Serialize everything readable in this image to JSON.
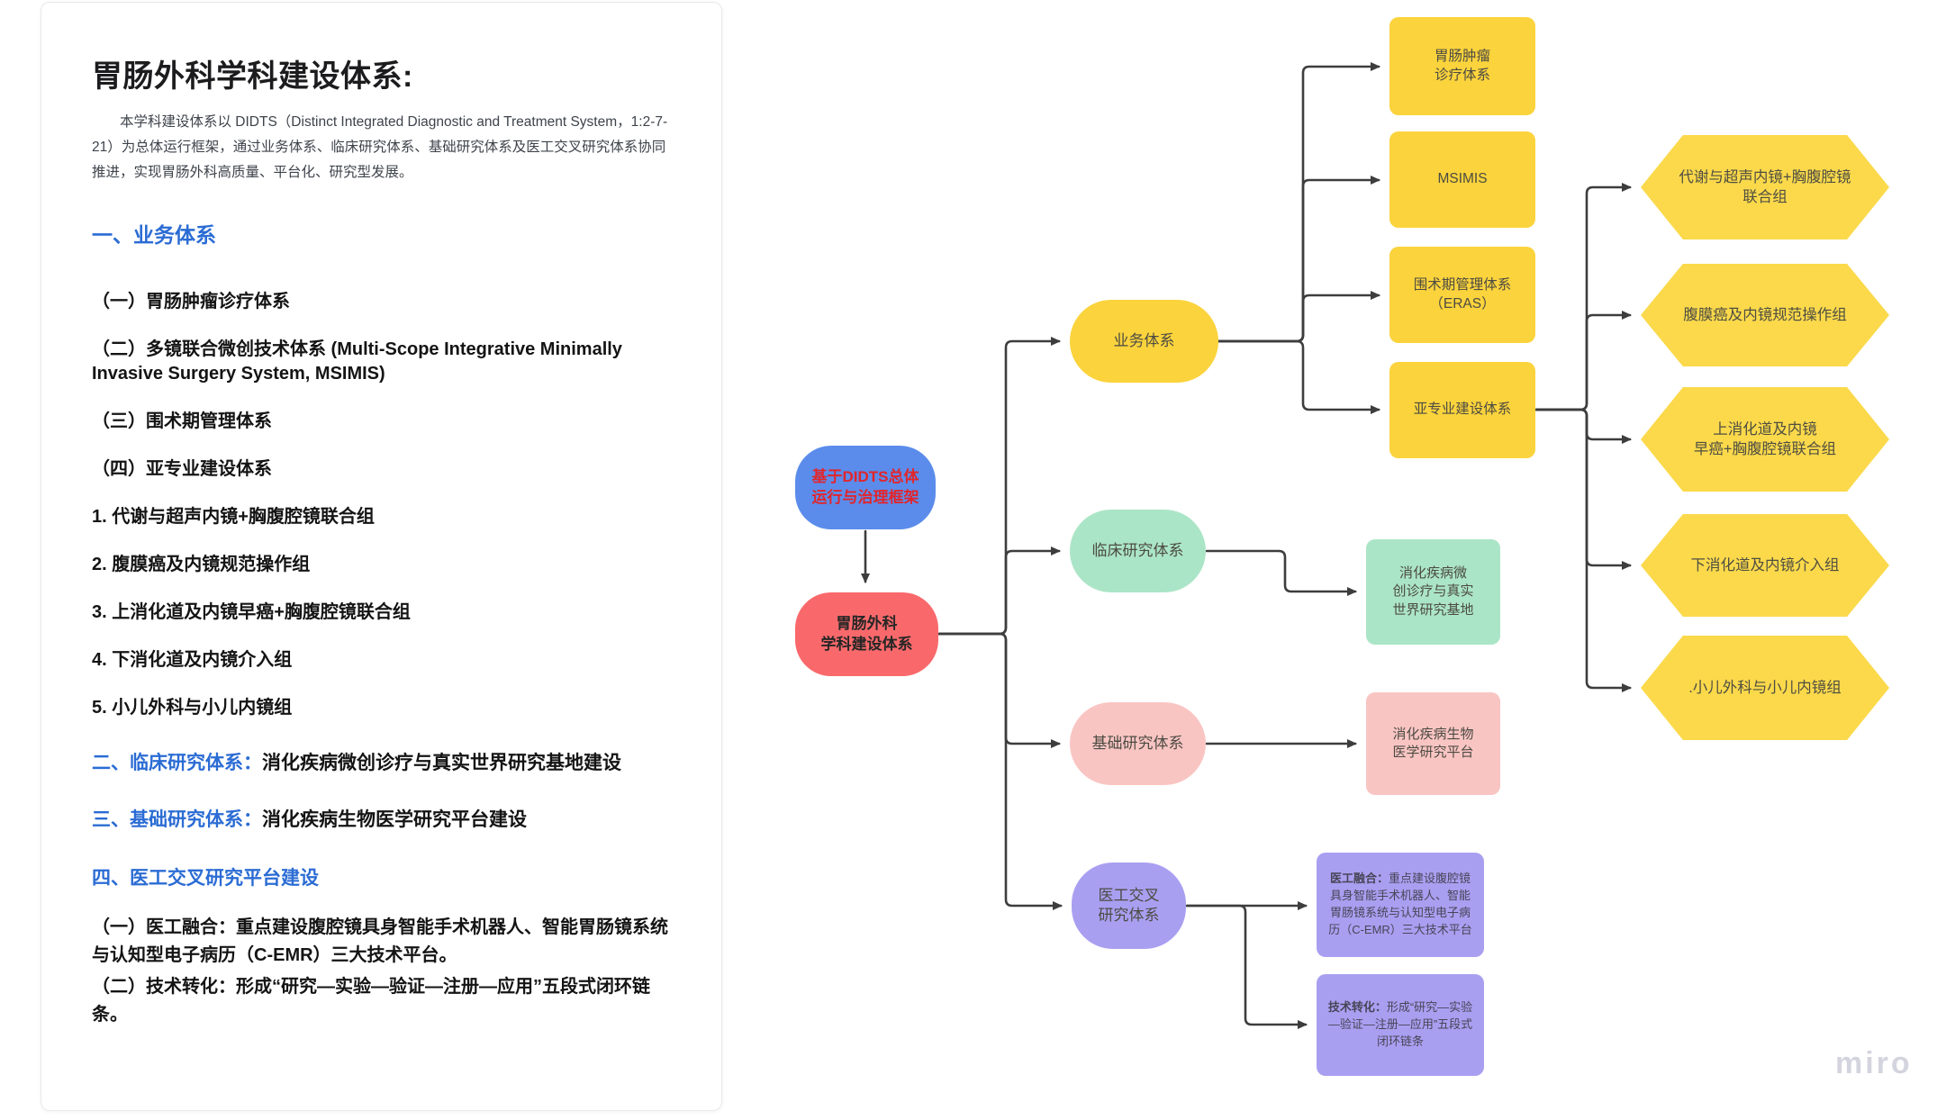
{
  "document": {
    "title": "胃肠外科学科建设体系:",
    "intro": "本学科建设体系以 DIDTS（Distinct Integrated Diagnostic and Treatment System，1:2-7-21）为总体运行框架，通过业务体系、临床研究体系、基础研究体系及医工交叉研究体系协同推进，实现胃肠外科高质量、平台化、研究型发展。",
    "h1": "一、业务体系",
    "items": [
      "（一）胃肠肿瘤诊疗体系",
      "（二）多镜联合微创技术体系 (Multi-Scope Integrative Minimally Invasive Surgery System, MSIMIS)",
      "（三）围术期管理体系",
      "（四）亚专业建设体系",
      "1. 代谢与超声内镜+胸腹腔镜联合组",
      "2. 腹膜癌及内镜规范操作组",
      "3. 上消化道及内镜早癌+胸腹腔镜联合组",
      "4. 下消化道及内镜介入组",
      "5. 小儿外科与小儿内镜组"
    ],
    "h2_lead": "二、临床研究体系：",
    "h2_rest": "消化疾病微创诊疗与真实世界研究基地建设",
    "h3_lead": "三、基础研究体系：",
    "h3_rest": "消化疾病生物医学研究平台建设",
    "h4": "四、医工交叉研究平台建设",
    "p4a": "（一）医工融合：重点建设腹腔镜具身智能手术机器人、智能胃肠镜系统与认知型电子病历（C-EMR）三大技术平台。",
    "p4b": "（二）技术转化：形成“研究—实验—验证—注册—应用”五段式闭环链条。"
  },
  "diagram": {
    "colors": {
      "edge": "#3d3d3d",
      "yellow": "#fbd33c",
      "hex_yellow": "#fbd94b",
      "green": "#abe5c7",
      "pink": "#f9c5c3",
      "purple": "#a99ff1",
      "blue": "#5b8ceb",
      "red": "#f9696b",
      "blue_node_text": "#e2252b",
      "doc_heading_blue": "#2b6cd4"
    },
    "nodes": {
      "didts": {
        "label": "基于DIDTS总体\n运行与治理框架"
      },
      "root": {
        "label": "胃肠外科\n学科建设体系"
      },
      "business": {
        "label": "业务体系"
      },
      "clinical": {
        "label": "临床研究体系"
      },
      "basic": {
        "label": "基础研究体系"
      },
      "medeng": {
        "label": "医工交叉\n研究体系"
      },
      "tumor": {
        "label": "胃肠肿瘤\n诊疗体系"
      },
      "msimis": {
        "label": "MSIMIS"
      },
      "eras": {
        "label": "围术期管理体系\n（ERAS）"
      },
      "subspecialty": {
        "label": "亚专业建设体系"
      },
      "hex1": {
        "label": "代谢与超声内镜+胸腹腔镜\n联合组"
      },
      "hex2": {
        "label": "腹膜癌及内镜规范操作组"
      },
      "hex3": {
        "label": "上消化道及内镜\n早癌+胸腹腔镜联合组"
      },
      "hex4": {
        "label": "下消化道及内镜介入组"
      },
      "hex5": {
        "label": ".小儿外科与小儿内镜组"
      },
      "clinical_base": {
        "label": "消化疾病微\n创诊疗与真实\n世界研究基地"
      },
      "bio_platform": {
        "label": "消化疾病生物\n医学研究平台"
      },
      "fusion": {
        "lead": "医工融合：",
        "rest": "重点建设腹腔镜具身智能手术机器人、智能胃肠镜系统与认知型电子病历（C-EMR）三大技术平台"
      },
      "transfer": {
        "lead": "技术转化：",
        "rest": "形成“研究—实验—验证—注册—应用”五段式闭环链条"
      }
    }
  },
  "watermark": "miro"
}
